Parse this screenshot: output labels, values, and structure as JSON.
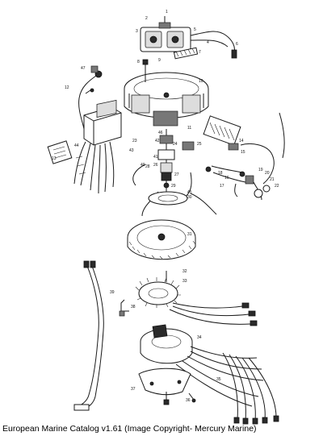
{
  "caption": "European Marine Catalog v1.61 (Image Copyright- Mercury Marine)",
  "callouts": [
    "1",
    "2",
    "3",
    "4",
    "5",
    "6",
    "7",
    "8",
    "9",
    "10",
    "11",
    "12",
    "13",
    "14",
    "15",
    "16",
    "17",
    "18",
    "19",
    "20",
    "21",
    "22",
    "23",
    "24",
    "25",
    "26",
    "27",
    "28",
    "29",
    "30",
    "31",
    "32",
    "33",
    "34",
    "35",
    "36",
    "37",
    "38",
    "39",
    "40",
    "41",
    "42",
    "43",
    "44",
    "45",
    "46",
    "47"
  ]
}
